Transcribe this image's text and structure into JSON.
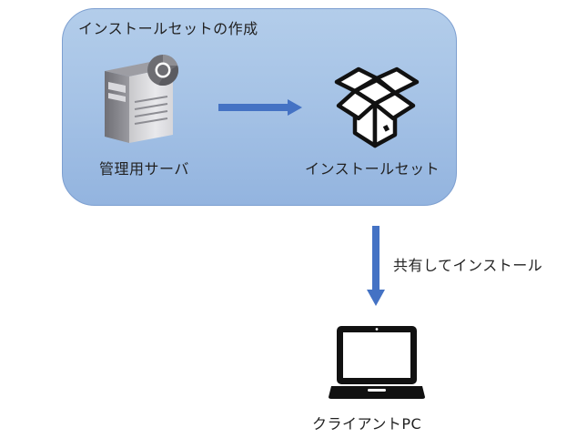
{
  "panel": {
    "title": "インストールセットの作成"
  },
  "nodes": {
    "server_label": "管理用サーバ",
    "package_label": "インストールセット",
    "client_label": "クライアントPC"
  },
  "edges": {
    "share_label": "共有してインストール"
  },
  "colors": {
    "panel_fill": "#a6c3e6",
    "panel_border": "#7d9fd0",
    "arrow": "#4472c4"
  },
  "icons": {
    "server": "server-icon",
    "chrome": "chrome-icon",
    "package": "package-box-icon",
    "laptop": "laptop-icon"
  }
}
